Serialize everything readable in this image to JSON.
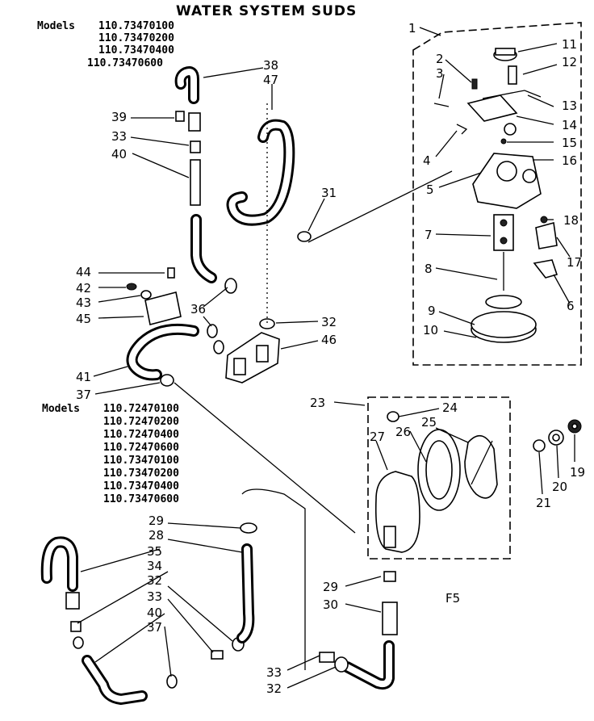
{
  "title": "WATER SYSTEM SUDS",
  "models_top": {
    "label": "Models",
    "numbers": [
      "110.73470100",
      "110.73470200",
      "110.73470400",
      "110.73470600"
    ]
  },
  "models_bottom": {
    "label": "Models",
    "numbers": [
      "110.72470100",
      "110.72470200",
      "110.72470400",
      "110.72470600",
      "110.73470100",
      "110.73470200",
      "110.73470400",
      "110.73470600"
    ]
  },
  "callouts": {
    "c1": "1",
    "c2": "2",
    "c3": "3",
    "c4": "4",
    "c5": "5",
    "c6": "6",
    "c7": "7",
    "c8": "8",
    "c9": "9",
    "c10": "10",
    "c11": "11",
    "c12": "12",
    "c13": "13",
    "c14": "14",
    "c15": "15",
    "c16": "16",
    "c17": "17",
    "c18": "18",
    "c19": "19",
    "c20": "20",
    "c21": "21",
    "c23": "23",
    "c24": "24",
    "c25": "25",
    "c26": "26",
    "c27": "27",
    "c28": "28",
    "c29a": "29",
    "c29b": "29",
    "c30": "30",
    "c31": "31",
    "c32a": "32",
    "c32b": "32",
    "c32c": "32",
    "c33a": "33",
    "c33b": "33",
    "c33c": "33",
    "c34": "34",
    "c35": "35",
    "c36": "36",
    "c37a": "37",
    "c37b": "37",
    "c38": "38",
    "c39": "39",
    "c40a": "40",
    "c40b": "40",
    "c41": "41",
    "c42": "42",
    "c43": "43",
    "c44": "44",
    "c45": "45",
    "c46": "46",
    "c47": "47"
  },
  "page_mark": "F5"
}
